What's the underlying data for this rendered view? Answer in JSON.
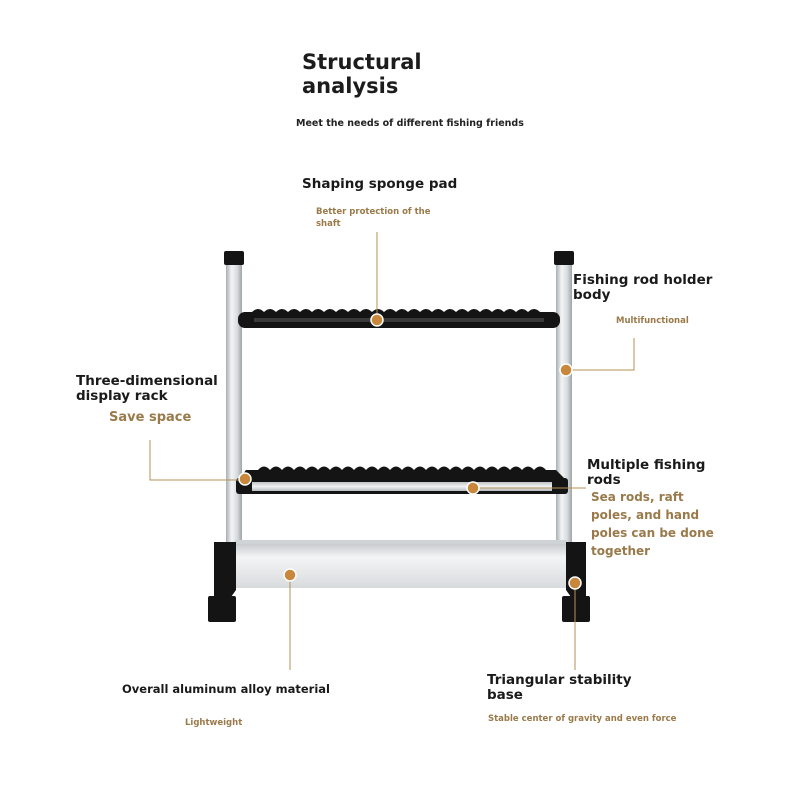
{
  "title": "Structural analysis",
  "subtitle": "Meet the needs of different fishing friends",
  "callouts": {
    "sponge": {
      "title": "Shaping sponge pad",
      "desc": "Better protection of the shaft"
    },
    "holder": {
      "title": "Fishing rod holder body",
      "desc": "Multifunctional"
    },
    "display": {
      "title": "Three-dimensional display rack",
      "desc": "Save space"
    },
    "multiple": {
      "title": "Multiple fishing rods",
      "desc": "Sea rods, raft poles, and hand poles can be done together"
    },
    "aluminum": {
      "title": "Overall aluminum alloy material",
      "desc": "Lightweight"
    },
    "base": {
      "title": "Triangular stability base",
      "desc": "Stable center of gravity and even force"
    }
  },
  "colors": {
    "accent": "#c8873a",
    "line": "#b39256",
    "frame": "#cfd3d6",
    "black": "#141414"
  }
}
